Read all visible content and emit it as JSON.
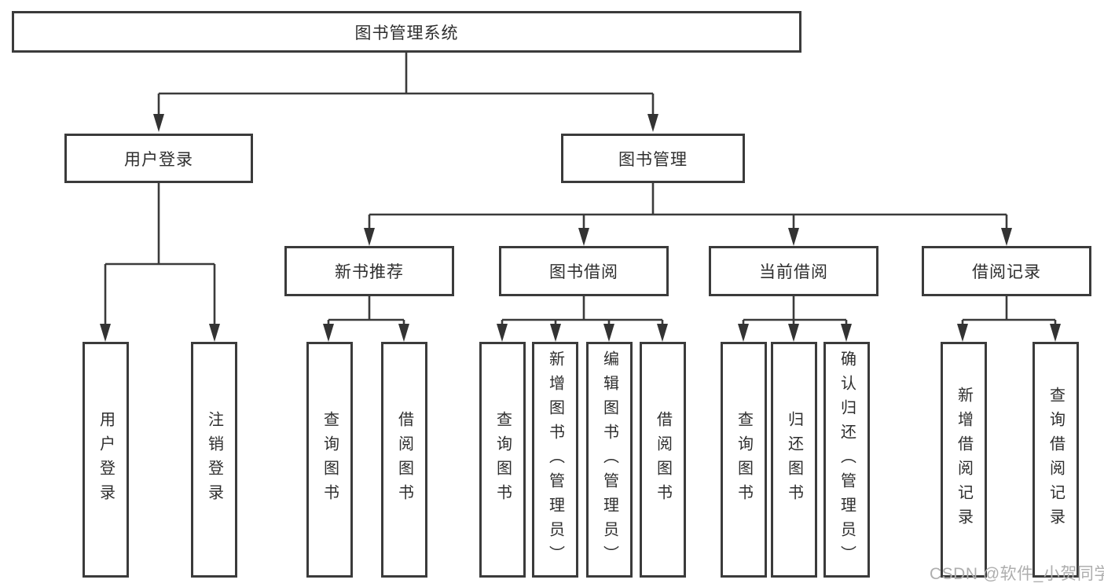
{
  "root": {
    "label": "图书管理系统"
  },
  "branches": [
    {
      "label": "用户登录",
      "children": [
        {
          "label": "用户登录"
        },
        {
          "label": "注销登录"
        }
      ]
    },
    {
      "label": "图书管理",
      "groups": [
        {
          "label": "新书推荐",
          "children": [
            {
              "label": "查询图书"
            },
            {
              "label": "借阅图书"
            }
          ]
        },
        {
          "label": "图书借阅",
          "children": [
            {
              "label": "查询图书"
            },
            {
              "label": "新增图书（管理员）"
            },
            {
              "label": "编辑图书（管理员）"
            },
            {
              "label": "借阅图书"
            }
          ]
        },
        {
          "label": "当前借阅",
          "children": [
            {
              "label": "查询图书"
            },
            {
              "label": "归还图书"
            },
            {
              "label": "确认归还（管理员）"
            }
          ]
        },
        {
          "label": "借阅记录",
          "children": [
            {
              "label": "新增借阅记录"
            },
            {
              "label": "查询借阅记录"
            }
          ]
        }
      ]
    }
  ],
  "colors": {
    "line": "#3b3b3b",
    "box_border": "#3b3b3b",
    "text": "#2e2e2e",
    "watermark": "#aeaeae"
  },
  "watermark": "CSDN @软件_小贺同学"
}
